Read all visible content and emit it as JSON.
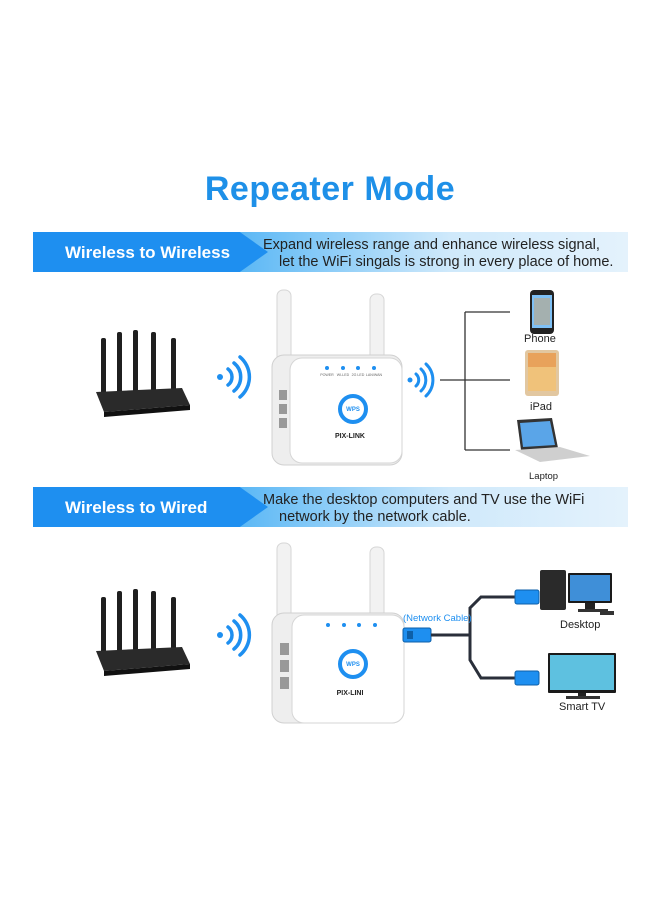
{
  "title": "Repeater Mode",
  "section1": {
    "label": "Wireless to Wireless",
    "desc_line1": "Expand wireless range and enhance wireless signal,",
    "desc_line2": "let the WiFi singals is strong in every place of home.",
    "devices": [
      "Phone",
      "iPad",
      "Laptop"
    ]
  },
  "section2": {
    "label": "Wireless to Wired",
    "desc_line1": "Make the desktop computers and TV use the WiFi",
    "desc_line2": "network by the network cable.",
    "cable_label": "(Network Cable)",
    "devices": [
      "Desktop",
      "Smart TV"
    ]
  },
  "repeater": {
    "brand_top": "PIX-LINK",
    "brand_bottom": "PIX-LINI",
    "wps": "WPS",
    "indicators": [
      "POWER",
      "WI-LED",
      "2G LED",
      "LAN/WAN"
    ]
  },
  "colors": {
    "accent": "#1e90e8",
    "wave": "#1e8ff0",
    "router": "#1f1f1f",
    "cable": "#2a2f3a"
  }
}
